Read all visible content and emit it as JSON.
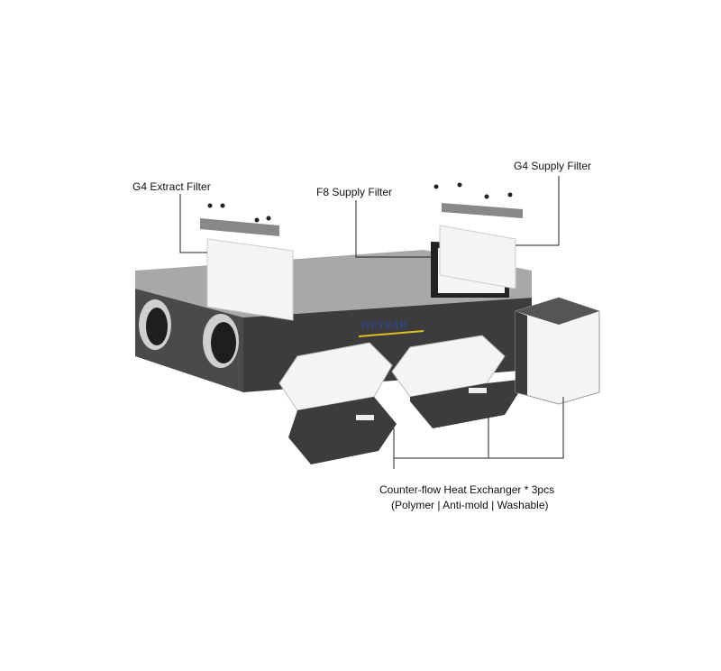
{
  "labels": {
    "g4_extract": "G4 Extract Filter",
    "f8_supply": "F8 Supply Filter",
    "g4_supply": "G4 Supply Filter",
    "exchanger_line1": "Counter-flow Heat Exchanger * 3pcs",
    "exchanger_line2": "(Polymer | Anti-mold | Washable)"
  },
  "colors": {
    "body": "#3e3e40",
    "top": "#9a9a9c",
    "filter": "#f2f2f2",
    "logo_line": "#d9c020",
    "logo": "#2a4aa0"
  }
}
